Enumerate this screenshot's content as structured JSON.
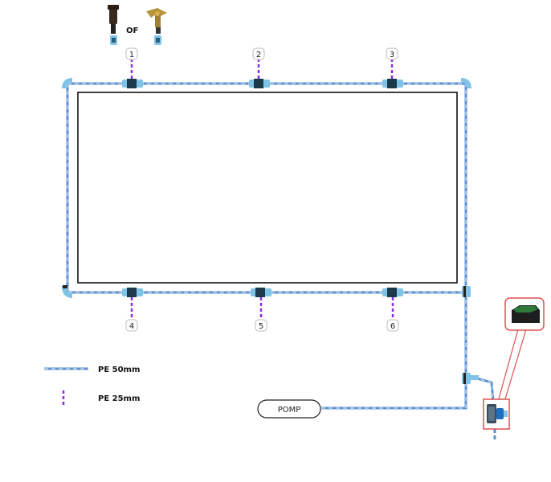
{
  "header": {
    "or_text": "OF"
  },
  "sprinklers": {
    "top": [
      "1",
      "2",
      "3"
    ],
    "bottom": [
      "4",
      "5",
      "6"
    ]
  },
  "legend": {
    "pe50_label": "PE 50mm",
    "pe25_label": "PE 25mm"
  },
  "pomp": {
    "label": "POMP"
  },
  "colors": {
    "main_pipe": "#5b8fd0",
    "main_pipe_dash": "#cfe0f3",
    "lateral_pipe": "#8b2be2",
    "fitting": "#7fc4e6",
    "fitting_dark": "#222222",
    "highlight": "#e05050",
    "valve_box": "#2f7a3a"
  },
  "icons": {
    "popup_sprinkler": "popup-sprinkler-icon",
    "impact_sprinkler": "impact-sprinkler-icon",
    "valve_box": "valve-box-icon",
    "valve": "valve-icon"
  }
}
